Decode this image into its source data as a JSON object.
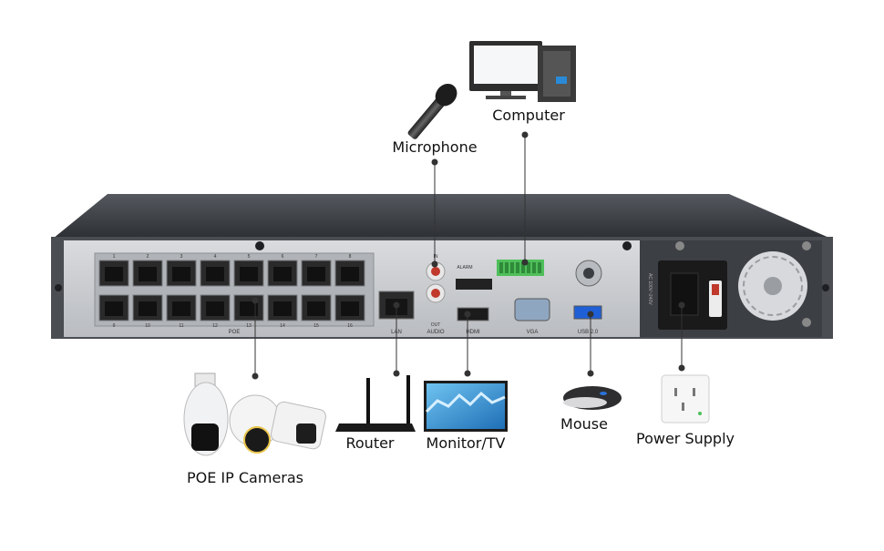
{
  "labels": {
    "computer": "Computer",
    "microphone": "Microphone",
    "cameras": "POE IP Cameras",
    "router": "Router",
    "monitor": "Monitor/TV",
    "mouse": "Mouse",
    "power": "Power Supply"
  },
  "panel": {
    "poe": "POE",
    "lan": "LAN",
    "audio": "AUDIO",
    "hdmi": "HDMI",
    "vga": "VGA",
    "usb": "USB 2.0",
    "alarm": "ALARM",
    "in": "IN",
    "out": "OUT",
    "voltage": "AC 100V~240V",
    "port_numbers_top": [
      "1",
      "2",
      "3",
      "4",
      "5",
      "6",
      "7",
      "8"
    ],
    "port_numbers_bottom": [
      "9",
      "10",
      "11",
      "12",
      "13",
      "14",
      "15",
      "16"
    ]
  },
  "colors": {
    "chassis": "#3a3d42",
    "panel": "#c8cacd",
    "accent_green": "#4fbf5a",
    "line": "#333333"
  }
}
